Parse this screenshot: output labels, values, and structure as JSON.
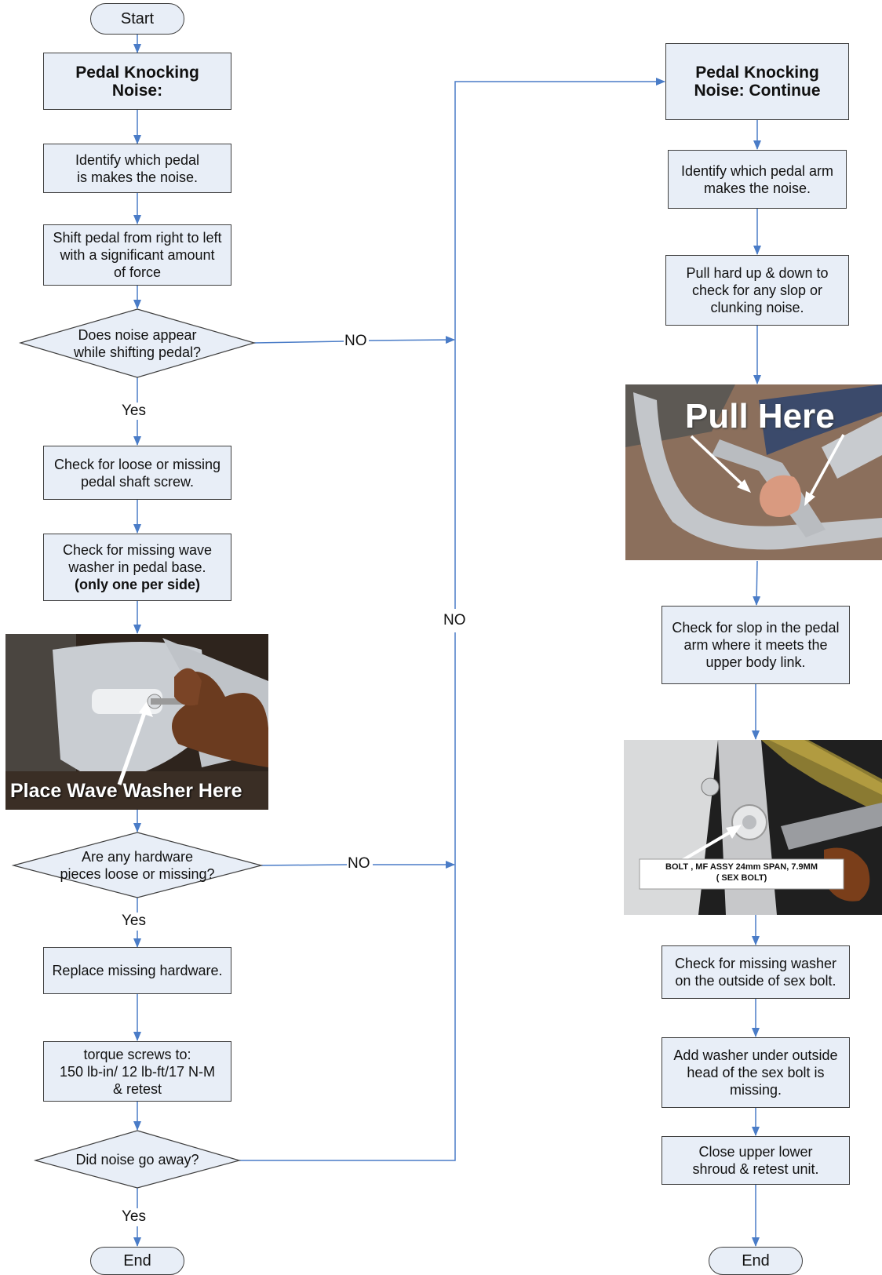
{
  "left": {
    "start": "Start",
    "title": "Pedal Knocking\nNoise:",
    "identify": "Identify which pedal\nis makes the noise.",
    "shift": "Shift pedal from right to left\nwith a significant amount\nof force",
    "decision1": "Does noise appear\nwhile shifting pedal?",
    "check_screw": "Check for loose or missing\npedal shaft screw.",
    "check_wave_line1": "Check for missing wave\nwasher in pedal base.",
    "check_wave_line2": "(only one per side)",
    "photo_caption": "Place Wave Washer Here",
    "decision2": "Are any hardware\npieces loose or missing?",
    "replace": "Replace missing hardware.",
    "torque": "torque screws to:\n150 lb-in/ 12 lb-ft/17 N-M\n& retest",
    "decision3": "Did noise go away?",
    "end": "End"
  },
  "labels": {
    "yes": "Yes",
    "no": "NO"
  },
  "right": {
    "title": "Pedal Knocking\nNoise: Continue",
    "identify_arm": "Identify which pedal arm\nmakes the noise.",
    "pull": "Pull hard up & down to\ncheck for any slop or\nclunking noise.",
    "photo1_caption": "Pull Here",
    "check_slop": "Check for slop in the pedal\narm where it meets the\nupper body link.",
    "bolt_label_line1": "BOLT , MF ASSY 24mm SPAN, 7.9MM",
    "bolt_label_line2": "( SEX BOLT)",
    "check_washer": "Check for missing washer\non the outside of sex bolt.",
    "add_washer": "Add washer under outside\nhead of the sex bolt is\nmissing.",
    "close": "Close upper lower\nshroud & retest unit.",
    "end": "End"
  },
  "colors": {
    "connector": "#4a7cc7",
    "box_fill": "#e8eef7",
    "box_border": "#3f3f3f"
  }
}
